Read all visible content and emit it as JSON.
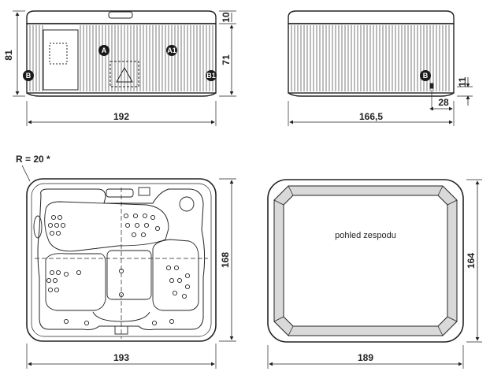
{
  "drawing": {
    "front_view": {
      "width_dim": "192",
      "height_dim": "81",
      "top_dim": "10",
      "body_dim": "71",
      "markers": {
        "a": "A",
        "a1": "A1",
        "b": "B",
        "b1": "B1"
      }
    },
    "side_view": {
      "width_dim": "166,5",
      "small_dim": "11",
      "offset_dim": "28",
      "marker_b": "B"
    },
    "top_view": {
      "radius_note": "R = 20 *",
      "width_dim": "193",
      "depth_dim": "168"
    },
    "bottom_view": {
      "caption": "pohled zespodu",
      "width_dim": "189",
      "depth_dim": "164"
    }
  },
  "colors": {
    "line": "#222222",
    "badge": "#1a1a1a",
    "fill": "#ffffff"
  }
}
